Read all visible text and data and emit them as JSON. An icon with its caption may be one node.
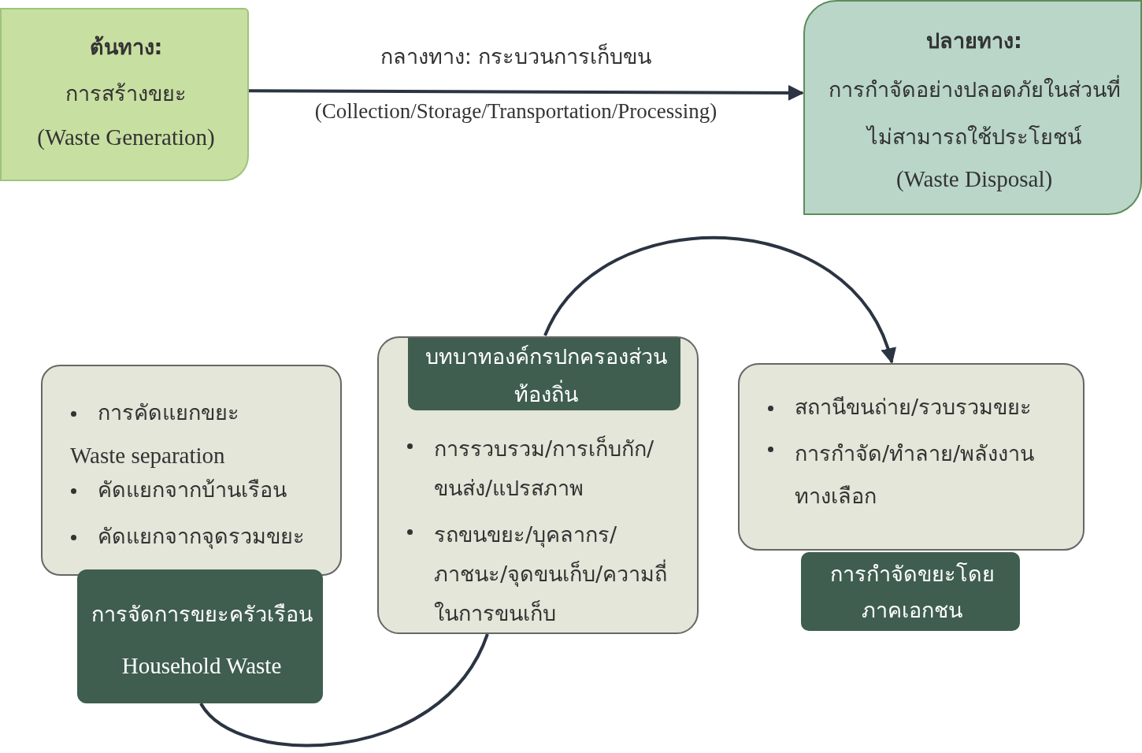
{
  "diagram": {
    "nodes": [
      {
        "text": [
          "ต้นทาง:",
          "การสร้างขยะ",
          "(Waste Generation)"
        ]
      },
      {
        "text": [
          "ปลายทาง:",
          "การกำจัดอย่างปลอดภัยในส่วนที่ไม่สามารถใช้ประโยชน์",
          "(Waste Disposal)"
        ]
      },
      {
        "text": [
          "การคัดแยกขยะ",
          "Waste separation",
          "คัดแยกจากบ้านเรือน",
          "คัดแยกจากจุดรวมขยะ"
        ]
      },
      {
        "text": [
          "การจัดการขยะครัวเรือน",
          "Household Waste"
        ]
      },
      {
        "text": [
          "การรวบรวม/การเก็บกัก/ขนส่ง/แปรสภาพ",
          "รถขนขยะ/บุคลากร/ภาชนะ/จุดขนเก็บ/ความถี่ในการขนเก็บ"
        ]
      },
      {
        "text": [
          "บทบาทองค์กรปกครองส่วนท้องถิ่น"
        ],
        "in": 4
      },
      {
        "text": [
          "สถานีขนถ่าย/รวบรวมขยะ",
          "การกำจัด/ทำลาย/พลังงานทางเลือก"
        ]
      },
      {
        "text": [
          "การกำจัดขยะโดยภาคเอกชน"
        ]
      }
    ],
    "edges": [
      {
        "from": 0,
        "to": 1,
        "arrow": "to",
        "label": "กลางทาง: กระบวนการเก็บขน"
      },
      {
        "from": 3,
        "to": 4,
        "arrow": "none"
      },
      {
        "from": 4,
        "to": 6,
        "arrow": "to"
      }
    ],
    "labels": [
      "(Collection/Storage/Transportation/Processing)"
    ]
  }
}
